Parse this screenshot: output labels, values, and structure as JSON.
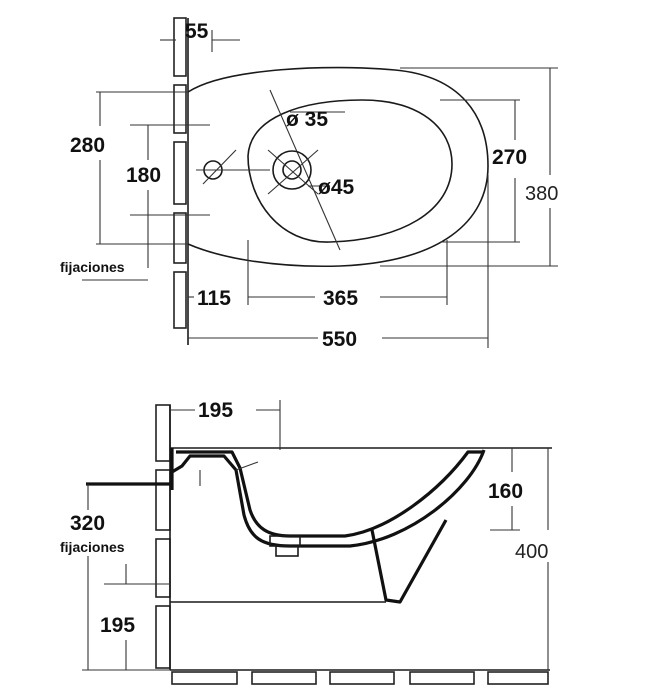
{
  "top_view": {
    "dim_55": "55",
    "dim_280": "280",
    "dim_180": "180",
    "dim_270": "270",
    "dim_380": "380",
    "dim_phi35": "ø 35",
    "dim_phi45": "ø45",
    "dim_115": "115",
    "dim_365": "365",
    "dim_550": "550",
    "label_fixings": "fijaciones"
  },
  "side_view": {
    "dim_195_top": "195",
    "dim_160": "160",
    "dim_400": "400",
    "dim_320": "320",
    "dim_195_bottom": "195",
    "label_fixings": "fijaciones"
  }
}
